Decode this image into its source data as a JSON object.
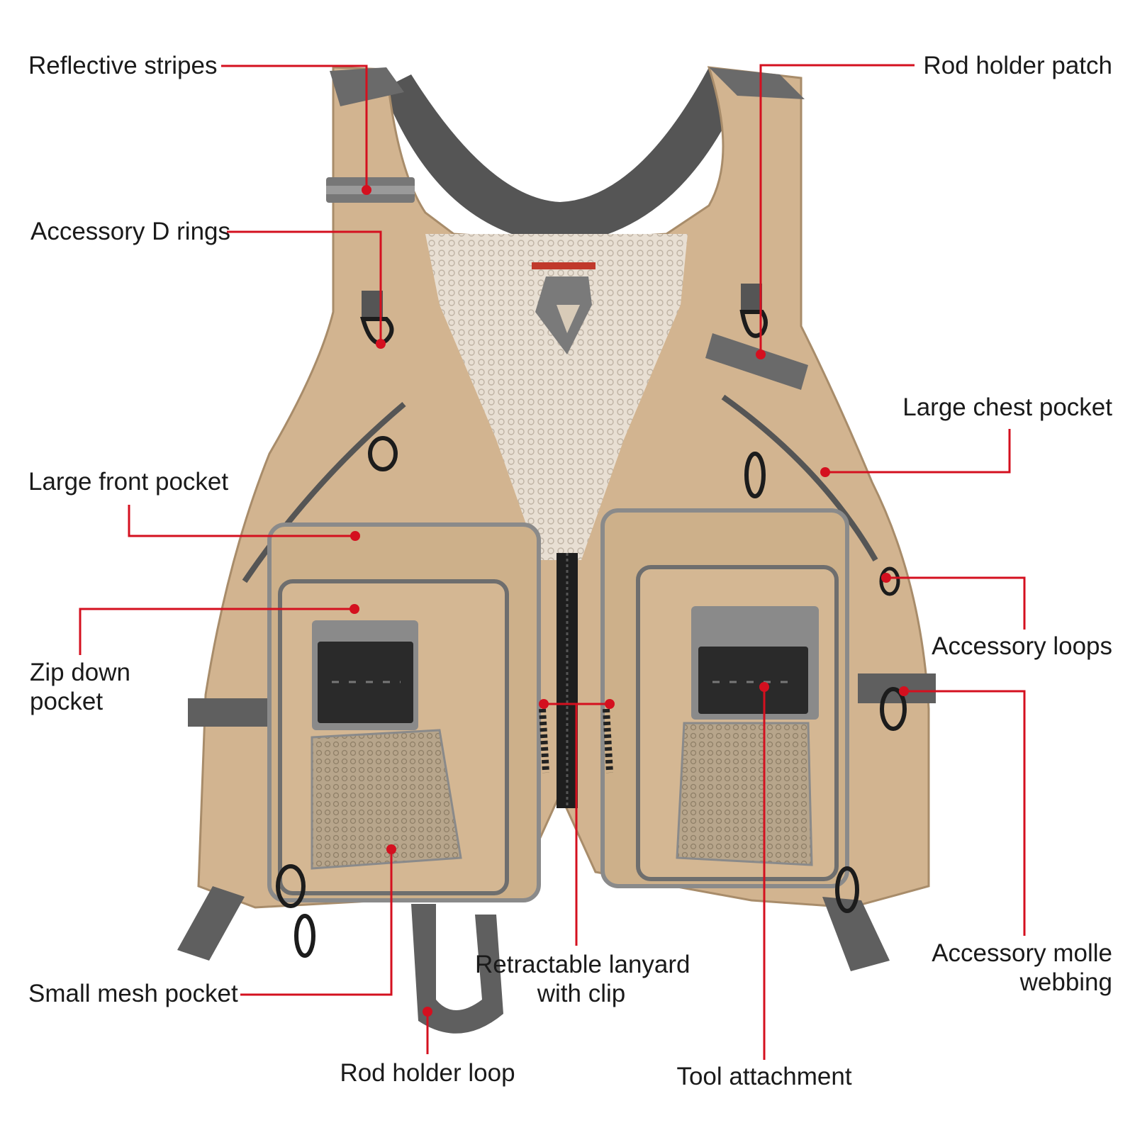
{
  "colors": {
    "leader_line": "#d4101f",
    "vest_fabric": "#d2b490",
    "vest_shadow": "#b99a76",
    "trim_gray": "#737373",
    "mesh": "#e6ddd2",
    "strap_dark": "#5a5a5a",
    "buckle_black": "#1c1c1c"
  },
  "callouts": [
    {
      "id": "reflective-stripes",
      "lines": [
        "Reflective stripes"
      ]
    },
    {
      "id": "rod-holder-patch",
      "lines": [
        "Rod holder patch"
      ]
    },
    {
      "id": "accessory-d-rings",
      "lines": [
        "Accessory D rings"
      ]
    },
    {
      "id": "large-chest-pocket",
      "lines": [
        "Large chest pocket"
      ]
    },
    {
      "id": "large-front-pocket",
      "lines": [
        "Large front pocket"
      ]
    },
    {
      "id": "accessory-loops",
      "lines": [
        "Accessory loops"
      ]
    },
    {
      "id": "zip-down-pocket",
      "lines": [
        "Zip down",
        "pocket"
      ]
    },
    {
      "id": "accessory-molle-webbing",
      "lines": [
        "Accessory molle",
        "webbing"
      ]
    },
    {
      "id": "retractable-lanyard",
      "lines": [
        "Retractable lanyard",
        "with clip"
      ]
    },
    {
      "id": "small-mesh-pocket",
      "lines": [
        "Small mesh pocket"
      ]
    },
    {
      "id": "rod-holder-loop",
      "lines": [
        "Rod holder loop"
      ]
    },
    {
      "id": "tool-attachment",
      "lines": [
        "Tool attachment"
      ]
    }
  ]
}
